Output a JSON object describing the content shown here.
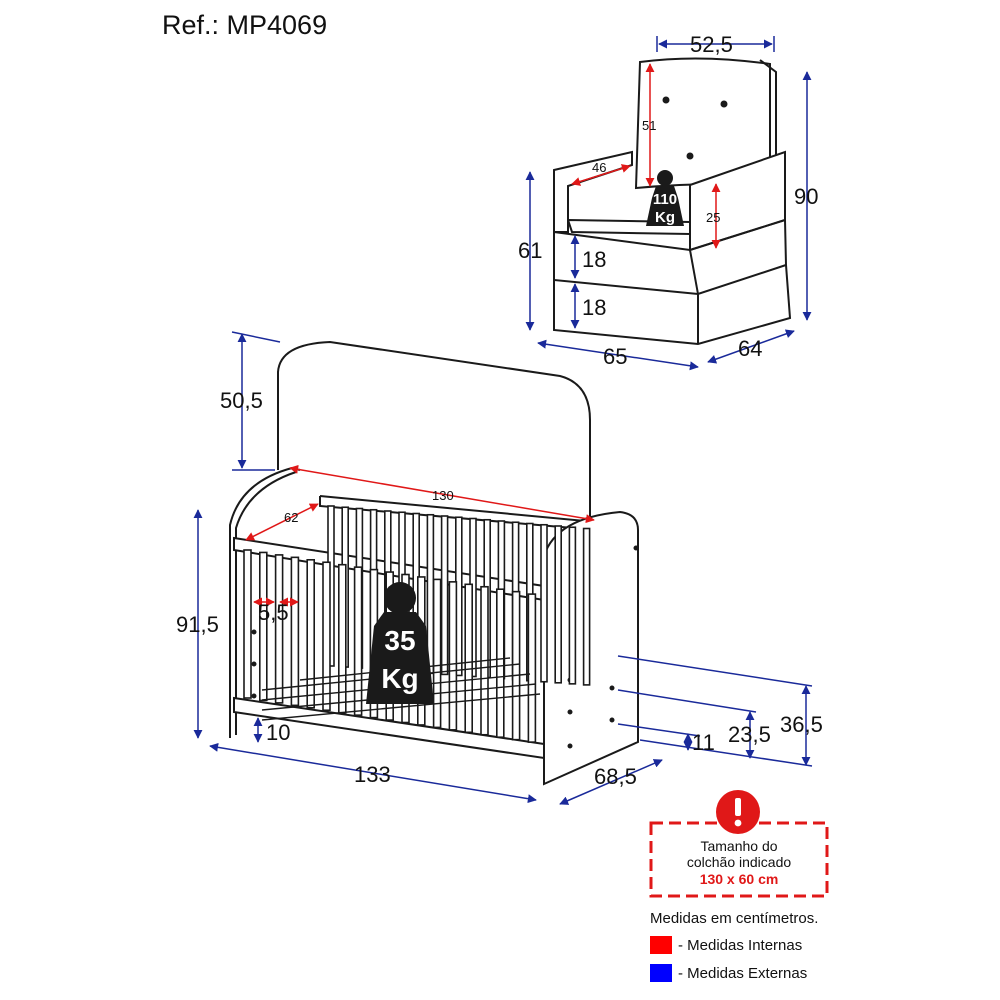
{
  "title": "Ref.: MP4069",
  "armchair": {
    "width_top": "52,5",
    "height_total": "90",
    "seat_to_floor": "61",
    "backrest_height": "51",
    "seat_depth": "46",
    "armrest_height": "25",
    "base_tier_upper": "18",
    "base_tier_lower": "18",
    "width_front": "65",
    "depth": "64",
    "max_load": {
      "value": "110",
      "unit": "Kg"
    }
  },
  "crib": {
    "headboard_height": "50,5",
    "inner_length": "130",
    "inner_width": "62",
    "total_height": "91,5",
    "slat_gap": "5,5",
    "bottom_clearance": "10",
    "total_length": "133",
    "depth": "68,5",
    "level_step": "11",
    "level_mid": "23,5",
    "level_high": "36,5",
    "max_load": {
      "value": "35",
      "unit": "Kg"
    }
  },
  "notice": {
    "line1": "Tamanho do",
    "line2": "colchão indicado",
    "size": "130 x 60 cm"
  },
  "legend": {
    "caption": "Medidas em centímetros.",
    "items": [
      {
        "label": "- Medidas Internas",
        "color": "#ff0000"
      },
      {
        "label": "- Medidas Externas",
        "color": "#0000ff"
      }
    ]
  },
  "colors": {
    "internal": "#e01818",
    "external": "#1a2a9a",
    "outline": "#1a1a1a"
  }
}
